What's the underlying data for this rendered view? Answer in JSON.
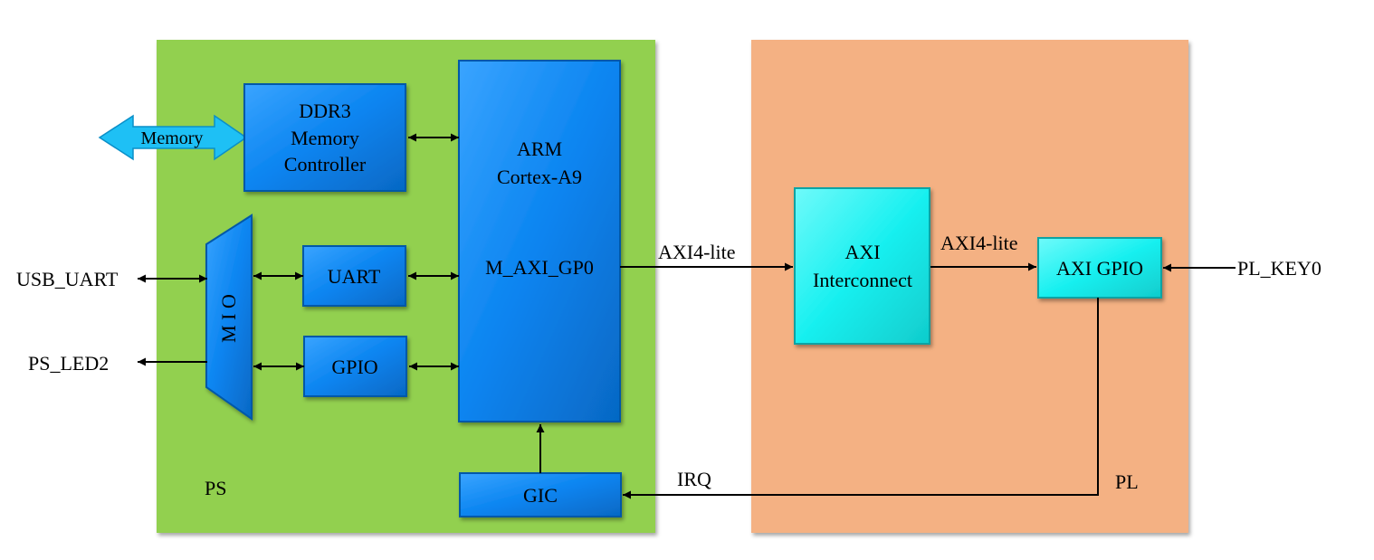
{
  "colors": {
    "ps_region": "#92d050",
    "pl_region": "#f4b183",
    "ps_block": "#0a84f0",
    "pl_block": "#19f0f0",
    "memory_arrow": "#1ec0f5",
    "line": "#000000"
  },
  "ps_region": {
    "label": "PS"
  },
  "pl_region": {
    "label": "PL"
  },
  "blocks": {
    "ddr3": {
      "line1": "DDR3",
      "line2": "Memory",
      "line3": "Controller"
    },
    "arm": {
      "line1": "ARM",
      "line2": "Cortex-A9",
      "port": "M_AXI_GP0"
    },
    "mio": {
      "label": "M I O"
    },
    "uart": {
      "label": "UART"
    },
    "gpio": {
      "label": "GPIO"
    },
    "gic": {
      "label": "GIC"
    },
    "axi_interconnect": {
      "line1": "AXI",
      "line2": "Interconnect"
    },
    "axi_gpio": {
      "label": "AXI GPIO"
    }
  },
  "signals": {
    "memory": "Memory",
    "usb_uart": "USB_UART",
    "ps_led2": "PS_LED2",
    "axi_lite_1": "AXI4-lite",
    "axi_lite_2": "AXI4-lite",
    "pl_key0": "PL_KEY0",
    "irq": "IRQ"
  }
}
